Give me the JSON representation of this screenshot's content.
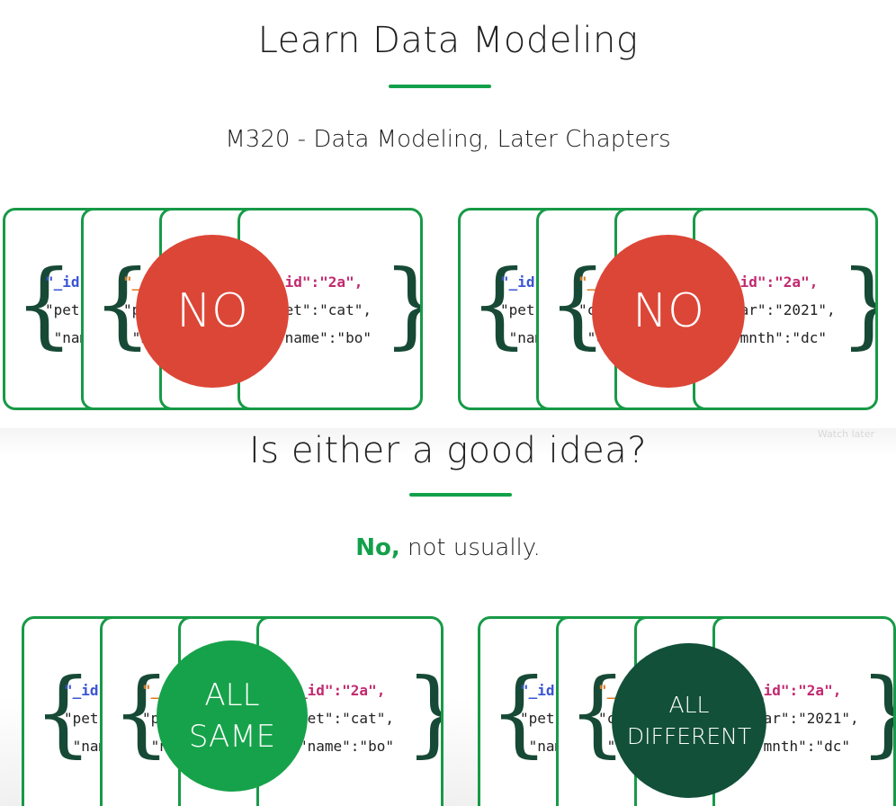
{
  "top": {
    "title": "Learn Data Modeling",
    "subtitle": "M320 - Data Modeling, Later Chapters",
    "badges": [
      "NO",
      "NO"
    ]
  },
  "bottom": {
    "title": "Is either a good idea?",
    "answer_accent": "No,",
    "answer_rest": " not usually.",
    "badge_same": "ALL SAME",
    "badge_different": "ALL DIFFERENT",
    "watermark": "Watch later"
  },
  "cards": {
    "back": {
      "l1": "\"_id",
      "l2": "\"pet",
      "l3": "\"nam"
    },
    "same2": {
      "l1": "\"_",
      "l2": "\"p",
      "l3": "\"n"
    },
    "diff2": {
      "l1": "\"_",
      "l2": "\"c",
      "l3": "\"c"
    },
    "same_front": {
      "l1": "_id\":\"2a\",",
      "l2": "pet\":\"cat\",",
      "l3": "\"name\":\"bo\""
    },
    "diff_front": {
      "l1": "_id\":\"2a\",",
      "l2": "ear\":\"2021\",",
      "l3": "\"mnth\":\"dc\""
    }
  },
  "colors": {
    "green": "#13a04b",
    "red": "#dc4637",
    "dark_green": "#12503a",
    "brace": "#174a36"
  }
}
